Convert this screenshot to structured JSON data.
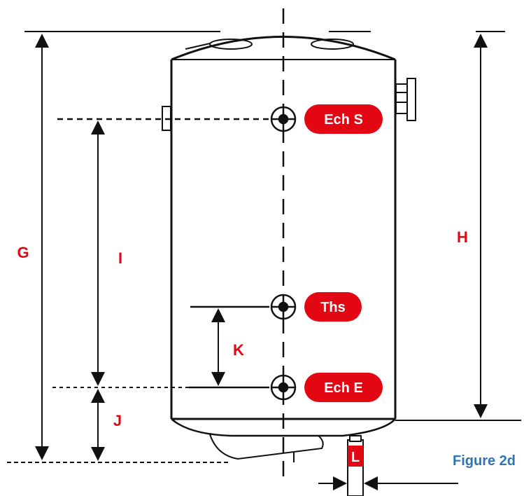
{
  "diagram": {
    "dimension_labels": {
      "g": "G",
      "h": "H",
      "i": "I",
      "j": "J",
      "k": "K",
      "l": "L"
    },
    "connections": {
      "exchanger_outlet": "Ech S",
      "thermostat": "Ths",
      "exchanger_inlet": "Ech E"
    },
    "caption": "Figure 2d",
    "colors": {
      "label_red": "#e30613",
      "pill_red": "#e30613",
      "caption_blue": "#2e75b6",
      "line": "#111111"
    }
  }
}
